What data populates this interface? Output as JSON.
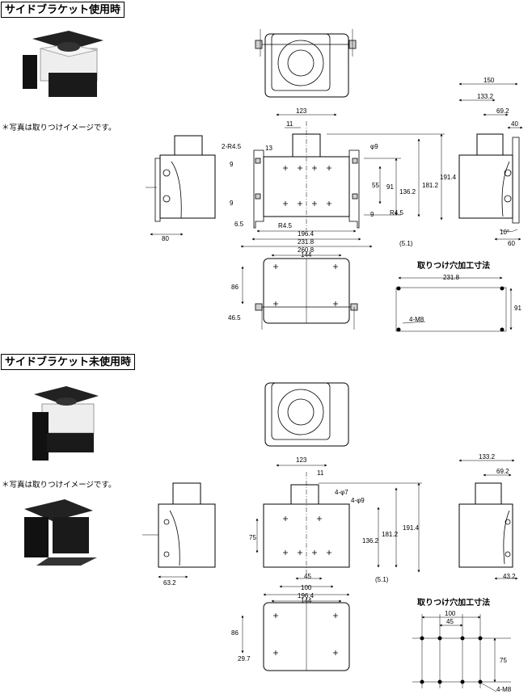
{
  "sections": {
    "with_bracket": {
      "title": "サイドブラケット使用時",
      "photo_note": "＊写真は取りつけイメージです。",
      "mount_caption": "取りつけ穴加工寸法"
    },
    "without_bracket": {
      "title": "サイドブラケット未使用時",
      "photo_note": "＊写真は取りつけイメージです。",
      "mount_caption": "取りつけ穴加工寸法"
    }
  },
  "dims_top": {
    "d150": "150",
    "d133_2": "133.2",
    "d69_2": "69.2",
    "d40": "40",
    "d60": "60",
    "d10deg": "10°",
    "d123": "123",
    "d11": "11",
    "d2r45": "2-R4.5",
    "d13": "13",
    "phi9": "φ9",
    "d9a": "9",
    "d9b": "9",
    "d9c": "9",
    "d55": "55",
    "d91": "91",
    "d136_2": "136.2",
    "d181_2": "181.2",
    "d191_4": "191.4",
    "r45a": "R4.5",
    "r45b": "R4.5",
    "d6_5": "6.5",
    "d196_4": "196.4",
    "d231_8": "231.8",
    "d260_8": "260.8",
    "d5_1": "(5.1)",
    "d80": "80",
    "d144": "144",
    "d86": "86",
    "d46_5": "46.5",
    "m231_8": "231.8",
    "m91": "91",
    "m4m8": "4-M8"
  },
  "dims_bottom": {
    "d123": "123",
    "d11": "11",
    "phi7": "4-φ7",
    "phi9": "4-φ9",
    "d75": "75",
    "d136_2": "136.2",
    "d181_2": "181.2",
    "d191_4": "191.4",
    "d100": "100",
    "d45": "45",
    "d5_1": "(5.1)",
    "d196_4": "196.4",
    "d63_2": "63.2",
    "d133_2": "133.2",
    "d69_2": "69.2",
    "d43_2": "43.2",
    "d144": "144",
    "d86": "86",
    "d29_7": "29.7",
    "m100": "100",
    "m45": "45",
    "m75": "75",
    "m4m8": "4-M8"
  }
}
